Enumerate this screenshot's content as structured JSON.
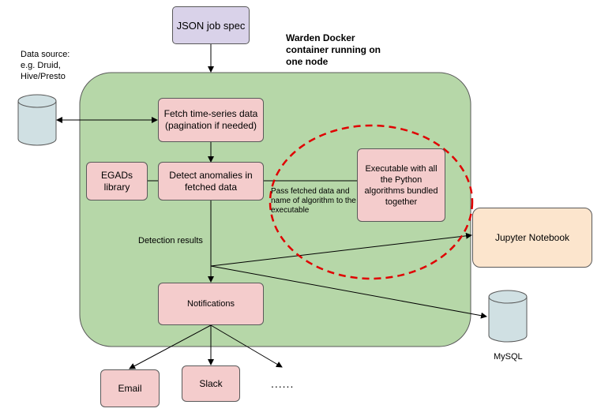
{
  "nodes": {
    "json_spec": "JSON job spec",
    "fetch": "Fetch time-series data (pagination if needed)",
    "egads": "EGADs library",
    "detect": "Detect anomalies in fetched data",
    "executable": "Executable with all the Python algorithms bundled together",
    "jupyter": "Jupyter Notebook",
    "notifications": "Notifications",
    "email": "Email",
    "slack": "Slack",
    "more": "......"
  },
  "labels": {
    "container": "Warden Docker container running on one node",
    "data_source": "Data source: e.g. Druid, Hive/Presto",
    "pass_data": "Pass fetched data and name of algorithm to the executable",
    "detection_results": "Detection results",
    "mysql": "MySQL"
  },
  "colors": {
    "container_fill": "#b6d7a8",
    "node_fill": "#f4cccc",
    "json_fill": "#d9d2e9",
    "jupyter_fill": "#fce5cd",
    "cylinder_fill": "#d0e0e3",
    "highlight_dash": "#e00000"
  },
  "icons": {
    "data_source": "database-cylinder-icon",
    "mysql": "database-cylinder-icon"
  }
}
